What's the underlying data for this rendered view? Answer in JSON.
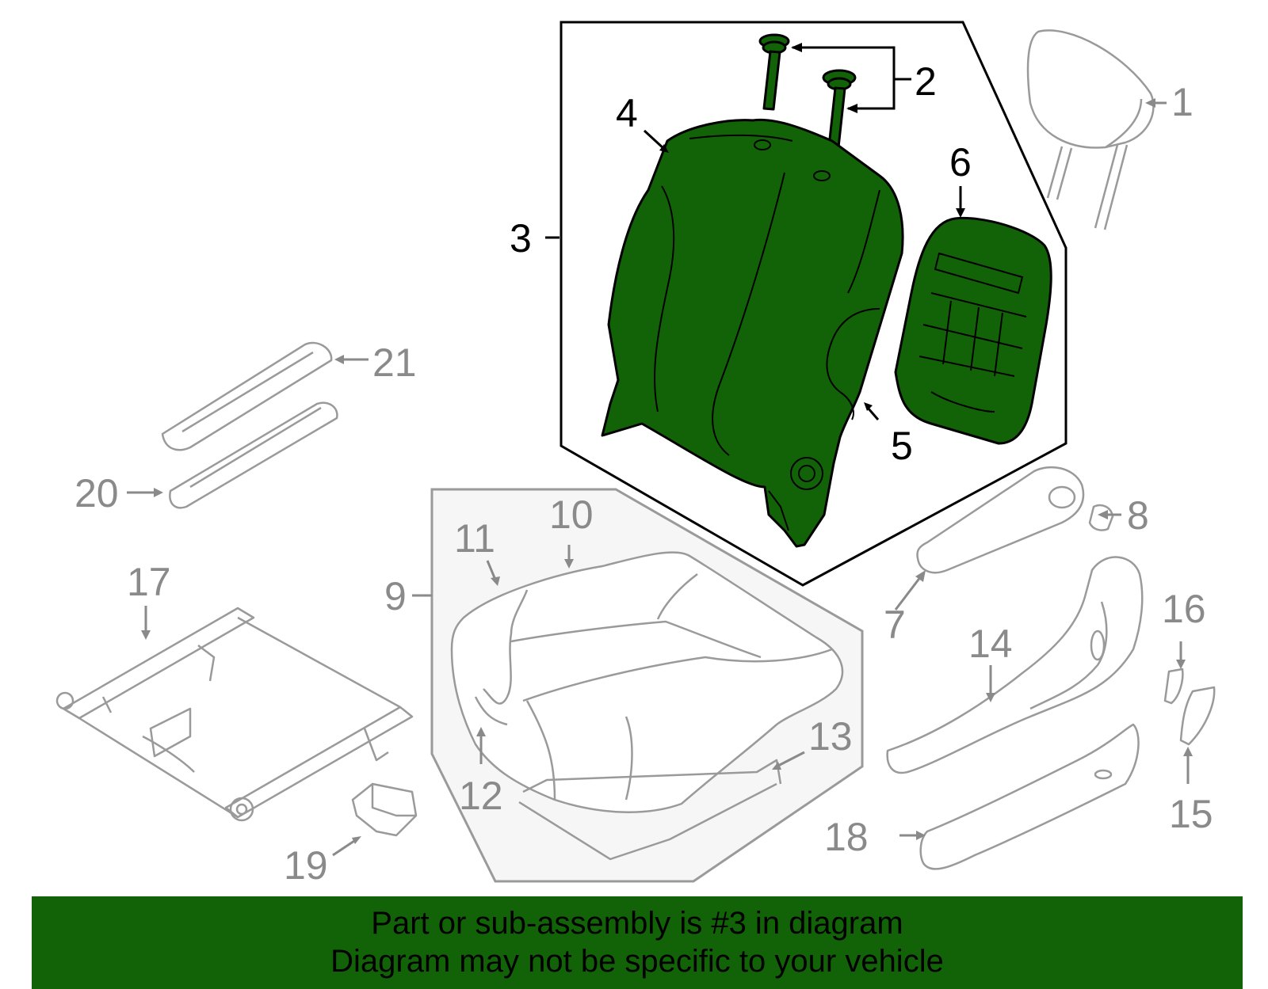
{
  "diagram": {
    "callouts": [
      {
        "id": "1",
        "label": "1"
      },
      {
        "id": "2",
        "label": "2"
      },
      {
        "id": "3",
        "label": "3"
      },
      {
        "id": "4",
        "label": "4"
      },
      {
        "id": "5",
        "label": "5"
      },
      {
        "id": "6",
        "label": "6"
      },
      {
        "id": "7",
        "label": "7"
      },
      {
        "id": "8",
        "label": "8"
      },
      {
        "id": "9",
        "label": "9"
      },
      {
        "id": "10",
        "label": "10"
      },
      {
        "id": "11",
        "label": "11"
      },
      {
        "id": "12",
        "label": "12"
      },
      {
        "id": "13",
        "label": "13"
      },
      {
        "id": "14",
        "label": "14"
      },
      {
        "id": "15",
        "label": "15"
      },
      {
        "id": "16",
        "label": "16"
      },
      {
        "id": "17",
        "label": "17"
      },
      {
        "id": "18",
        "label": "18"
      },
      {
        "id": "19",
        "label": "19"
      },
      {
        "id": "20",
        "label": "20"
      },
      {
        "id": "21",
        "label": "21"
      }
    ],
    "highlighted_part": "3",
    "colors": {
      "highlight": "#126307",
      "muted_line": "#9a9a9a",
      "active_line": "#000000"
    }
  },
  "banner": {
    "line1": "Part or sub-assembly is #3 in diagram",
    "line2": "Diagram may not be specific to your vehicle"
  }
}
